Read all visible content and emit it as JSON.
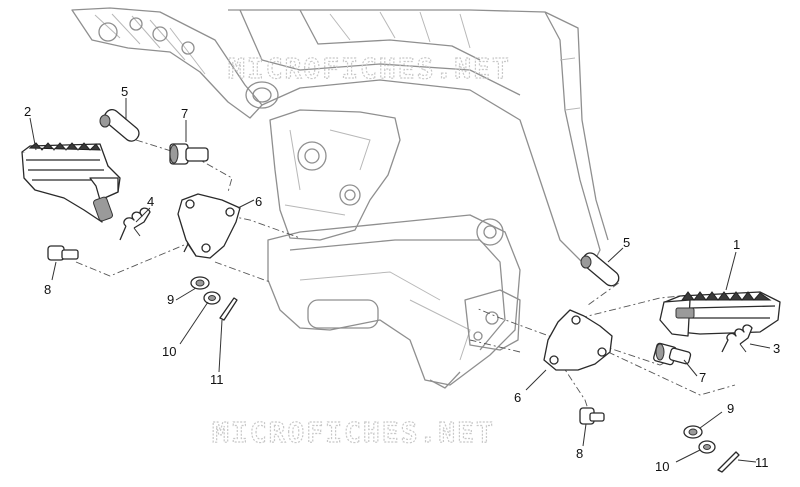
{
  "watermark": "MICROFICHES.NET",
  "callouts": {
    "c1": "1",
    "c2": "2",
    "c3": "3",
    "c4": "4",
    "c5a": "5",
    "c5b": "5",
    "c6a": "6",
    "c6b": "6",
    "c7a": "7",
    "c7b": "7",
    "c8a": "8",
    "c8b": "8",
    "c9a": "9",
    "c9b": "9",
    "c10a": "10",
    "c10b": "10",
    "c11a": "11",
    "c11b": "11"
  }
}
